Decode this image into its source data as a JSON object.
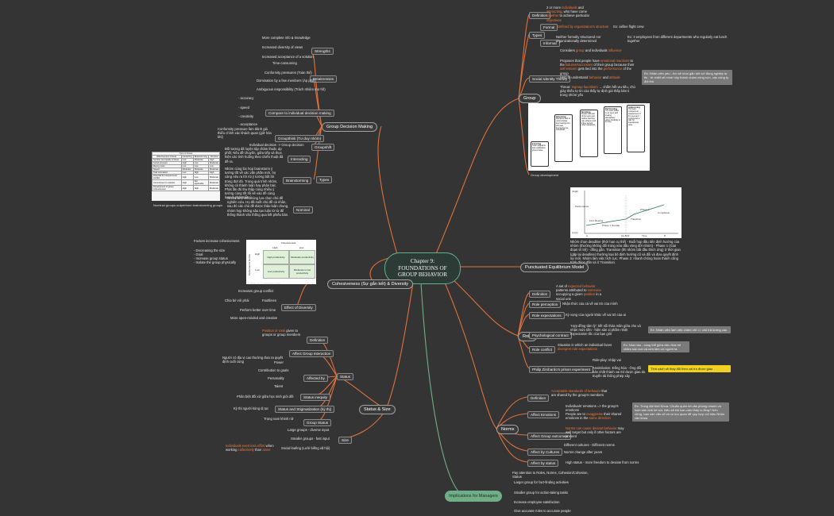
{
  "center": {
    "line1": "Chapter 9:",
    "line2": "FOUNDATIONS OF",
    "line3": "GROUP BEHAVIOR"
  },
  "implications": {
    "label": "Implications for Managers",
    "items": [
      "Pay attention to Roles, Norms, Cohesion/Cohesion, Status",
      "Larger group for fact-finding activities",
      "Smaller group for action-taking tasks",
      "Increase employee satisfaction",
      "Give accurate roles to accurate people"
    ]
  },
  "group": {
    "label": "Group",
    "definition": {
      "label": "Definition",
      "text1": "2 or more",
      "text2": "and",
      "text3": ", who have come",
      "text4": "to achieve",
      "text5": "particular"
    },
    "types": {
      "label": "Types",
      "formal": "Formal",
      "formal_ex": "Ex: airline flight crew",
      "informal": "Informal",
      "informal_desc": "Neither formally structured nor organizationally determined",
      "informal_ex": "Ex: 3 employees from different departments who regularly eat lunch together"
    },
    "social_identity": {
      "label": "Social Identity Theory",
      "item1": "Considers",
      "item1b": "and",
      "item1c": "individuals",
      "item2": "Proposes that people have",
      "item2b": "to the",
      "item2c": "of their group because their",
      "item2d": "gets tied into the",
      "item2e": "of the group",
      "item3": "Help to understand",
      "item3b": "and",
      "item4": "Threat:",
      "item4b": "→ chấm hết ưu tiêu, chủ giày thiếu tự tin của thấy tự định giá thấp bản ti trong nhóm yếu",
      "note": "Ex: Nhân viên yếu - tìm sẽ nhìn gắn kết với đồng nghiệp tự tin - tẻ nhiệt sẽ mình hộp thành chậm công sức, các công ty đối thủ"
    },
    "stages": {
      "label": "Group development",
      "forming": "Forming",
      "storming": "Storming",
      "norming": "Norming",
      "performing": "Performing",
      "adjourning": "Adjourning"
    }
  },
  "pe": {
    "label": "Punctuated Equilibrium Model",
    "high": "(High)",
    "low": "(Low)",
    "yaxis": "Performance",
    "xaxis": "Time",
    "first": "First Meeting",
    "phase2": "Phase 2",
    "completion": "Completion",
    "transition": "Transition",
    "phase1": "Phase 1 (Inertia)",
    "a": "A",
    "ab": "(A+B)/2",
    "b": "B",
    "desc": "Nhóm chọn deadline (thời hạn cụ thể) - Buổi họp đầu tiên định hướng của nhóm (thường không đổi trong nửa đầu vòng đời nhóm) - Phase 1 (Giai đoạn trì trệ) - đồng gần. Transition (thì nhóm bắt đầu thích ứng) ở thời gian (gặp lại deadline) thường loại bỏ định hướng cũ và đổi và đưa quyết định sự mới. Nhóm làm việc tích cực. Phase 2: nhanh chóng hoàn thành công trình đúng đắn và ở Transition."
  },
  "role": {
    "label": "Role",
    "definition": "Definition",
    "def_text": "A set of",
    "def_text2": "patterns attributed to",
    "def_text3": "occupying a given",
    "def_text4": "in a social unit",
    "perception": "Role perception",
    "perception_text": "Nhận thức của cá về vai trò của mình",
    "expectations": "Role expectations",
    "expectations_text": "Kỳ vọng của người khác về vai trò của ai",
    "contract": "Psychological contract",
    "contract_text": "'Hợp đồng tâm lý': kết nối thỏa mãn giữa cho và nhận mức tiền - hiện sản xi phầm nhiệt expectation tốc của bạn giới",
    "contract_note": "Ex: Nhân viên làm việc chăm chỉ => chủ trả lương cao",
    "conflict": "Role conflict",
    "conflict_text": "Situation in which an individual faces",
    "conflict_note": "Ex: Nhà hàu - cùng thể giữa việc đứa trẻ chăm sóc con và cơn làm vợ người ta",
    "zimbardo": "Philip Zimbardo's prison experiment",
    "zim1": "Role-play: nhập vai",
    "zim2": "Assimilation: Đồng hóa - Ông đổi bản chất thành vai trò được giao do truyền tải thông phép xây",
    "zim_note": "Tính cách sẽ thay đổi theo vai trò được giao"
  },
  "norms": {
    "label": "Norms",
    "definition": "Definition",
    "def_text": "Acceptable standards of behavior",
    "def_text2": "that are shared by the group's members",
    "emotions": "Affect Emotions",
    "emo1": "Individuals' emotions => the group's emotions",
    "emo2": "People are to",
    "emo2b": "their shared emotions in the",
    "emo_note": "Ex: Trong đội thời Khoa: Chuẩn quán lời văn phòng nhanh và luồn sản nhà lời cột. Nếu xã khi bạn cảm thấy lo lắng? Nếu vững, bạn sản văn cổ và có lực quan để quy hợp nối hiệu Nhận văn khóa",
    "outcomes": "Affect Group outcomes",
    "outcomes_text": "may well target",
    "outcomes_text2": "but only if other factors are present",
    "culture": "Affect by Cultures",
    "culture1": "Different cultures - Different norms",
    "culture2": "Norms change after years",
    "status": "Affect by status",
    "status_text": "High status - more freedom to deviate from norms"
  },
  "status_size": {
    "label": "Status & Size",
    "status": "Status",
    "definition": "Definition",
    "def_text": "given to groups or group members",
    "interaction": "Affect Group interaction",
    "interaction_text": "Người có địa vị cao thường đưa ra quyết định cuối cùng",
    "affected": "Affected by",
    "power": "Power",
    "contribution": "Contribution to goals",
    "personality": "Personality",
    "talent": "Talent",
    "inequity": "Status inequity",
    "inequity_text": "Phân biệt đối xử giữa học sinh giỏi dốt",
    "stigma": "Status and Stigmatization (kỳ thị)",
    "stigma_text": "Kỳ thị người kùng dị tục",
    "group_status": "Group Status",
    "group_status_text": "Trọng nam khinh nữ",
    "size": "Size",
    "large": "Large groups - diverse input",
    "small": "Smaller groups - fast input",
    "loafing": "Social loafing (Lười biếng xã hội)",
    "loafing_text": "when working",
    "loafing_text2": "than"
  },
  "cohesiveness": {
    "label": "Cohesiveness (Sự gắn kết) & Diversity",
    "factors": "Factors increase cohesiveness",
    "f1": "- Decreasing the size",
    "f2": "- Goal",
    "f3": "- Increase group status",
    "f4": "- Isolate the group physically",
    "card_title": "Cohesiveness",
    "high": "High",
    "low": "Low",
    "perf_norms": "Performance Norms",
    "cell1": "High productivity",
    "cell2": "Moderate productivity",
    "cell3": "Low productivity",
    "cell4": "Moderate to low productivity",
    "effect": "Effect of Cohesiveness",
    "diversity": "Effect of Diversity",
    "d1": "Increases group conflict",
    "d2": "Chia bè với phái",
    "d2b": "Faultlines",
    "d3": "Perform better over time",
    "d4": "More open-minded and creative"
  },
  "gdm": {
    "label": "Group Decision Making",
    "strengths": "Strengths",
    "s1": "More complete info & knowledge",
    "s2": "Increased diversity of views",
    "s3": "Increased acceptance of a solution",
    "weaknesses": "Weaknesses",
    "w1": "Time-consuming",
    "w2": "Conformity pressures (Toàn thể)",
    "w3": "Domination by a few members (Áp phối)",
    "w4": "Ambiguous responsibility (Trách nhiệm mơ hồ)",
    "compare": "Compare to individual decision making",
    "c1": "- accuracy",
    "c2": "- speed",
    "c3": "- creativity",
    "c4": "- acceptance",
    "groupthink": "Groupthink (Tư duy nhóm)",
    "gt_text": "Conformity pressure làm đánh giá thiếu chính xác khách quan (giữ hòa khí)",
    "groupshift": "Groupshift",
    "groupshift_text": "Individual decision -> Group decision",
    "types": "Types",
    "interacting": "Interacting",
    "int_text": "Đối tượng đã luyện tập chăm thuật, áp phối; Nếu đề chuyển, giữa tiếp và thực hiện các tình huống theo chiến thuật đã đề ra.",
    "brainstorming": "Brainstorming",
    "brain_text": "Nhóm cùng lúc họp brainstorm ý tưởng tốt về các vấn phần mới, họ càng nêu ra lời rủi ý tưởng bất lời trong đợt đó. Trong quá trình nhóm, không có thành luận hay phản bác. Phát lần đó thu thập cùng nhiều ý tưởng cùng tốt rồi sẽ vào đề cùng lựa và phát triển ý.",
    "nominal": "Nominal",
    "nom_text": "Nhóm sinh viên cùng lựa chọn chủ đề nghiên cứu. Họ đã suốt chủ đề cá nhân, sau đó các chủ đề được thảo luận chung, nhóm họp không sâu tạo luận từ từ để thống thành văn thống qua kết phiếu bàn.",
    "table_caption": "Nominal groups outperform brainstorming groups",
    "table_title": "Type of Group",
    "table_cols": [
      "Effectiveness Criteria",
      "Interacting",
      "Brainstorming",
      "Nominal"
    ],
    "table_rows": [
      [
        "Number and quality of ideas",
        "Low",
        "Moderate",
        "High"
      ],
      [
        "Social pressure",
        "High",
        "Low",
        "Moderate"
      ],
      [
        "Money costs",
        "Low",
        "Low",
        "Low"
      ],
      [
        "Speed",
        "Moderate",
        "Moderate",
        "Moderate"
      ],
      [
        "Task orientation",
        "Low",
        "High",
        "High"
      ],
      [
        "Potential for interpersonal conflict",
        "High",
        "Low",
        "Moderate"
      ],
      [
        "Commitment to solution",
        "High",
        "Not applicable",
        "Moderate"
      ],
      [
        "Development of group cohesiveness",
        "High",
        "High",
        "Moderate"
      ]
    ]
  }
}
